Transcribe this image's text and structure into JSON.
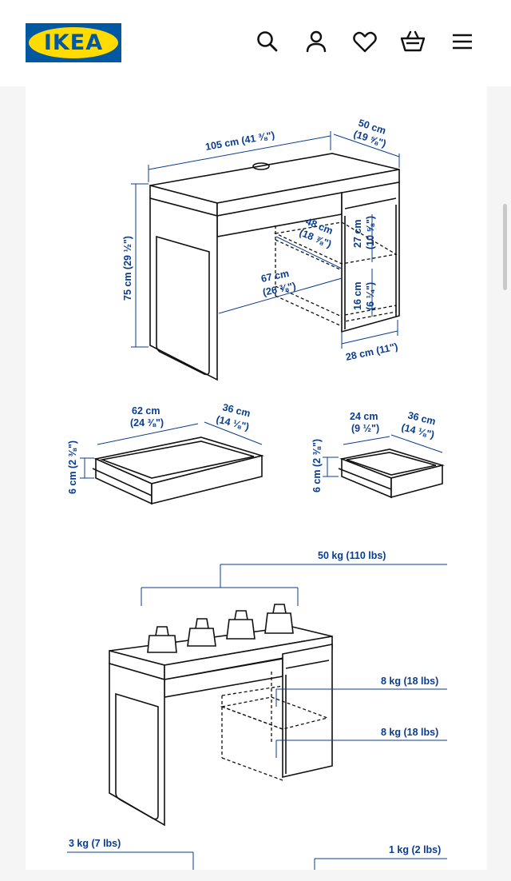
{
  "header": {
    "logo_text": "IKEA",
    "icons": [
      "search-icon",
      "user-icon",
      "heart-icon",
      "basket-icon",
      "menu-icon"
    ]
  },
  "colors": {
    "ikea_blue": "#0058a3",
    "ikea_yellow": "#ffdb00",
    "dimension_text": "#0a3d8f",
    "background": "#f5f5f5"
  },
  "desk_dimensions": {
    "width": "105 cm (41 ⅜\")",
    "depth_cm": "50 cm",
    "depth_in": "(19 ⅝\")",
    "height": "75 cm (29 ½\")",
    "inner_depth_cm": "48 cm",
    "inner_depth_in": "(18 ⅞\")",
    "knee_width_cm": "67 cm",
    "knee_width_in": "(26 ⅜\")",
    "shelf_upper_cm": "27 cm",
    "shelf_upper_in": "(10 ⅝\")",
    "shelf_lower_cm": "16 cm",
    "shelf_lower_in": "(6 ¼\")",
    "cabinet_width": "28 cm (11\")"
  },
  "drawer_large": {
    "width_cm": "62 cm",
    "width_in": "(24 ⅜\")",
    "depth_cm": "36 cm",
    "depth_in": "(14 ⅛\")",
    "height": "6 cm (2 ⅜\")"
  },
  "drawer_small": {
    "width_cm": "24 cm",
    "width_in": "(9 ½\")",
    "depth_cm": "36 cm",
    "depth_in": "(14 ⅛\")",
    "height": "6 cm (2 ⅜\")"
  },
  "load_capacity": {
    "top": "50 kg (110 lbs)",
    "shelf_upper": "8 kg (18 lbs)",
    "shelf_lower": "8 kg (18 lbs)",
    "drawer_large": "3 kg (7 lbs)",
    "drawer_small": "1 kg (2 lbs)"
  }
}
